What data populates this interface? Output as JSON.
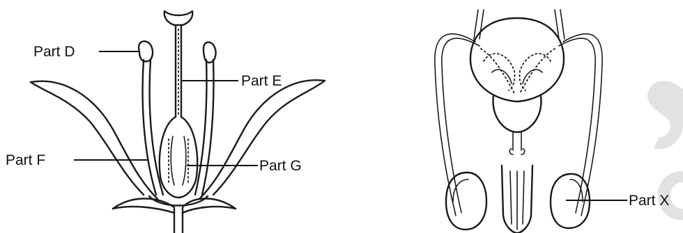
{
  "flower_diagram": {
    "labels": {
      "part_d": "Part D",
      "part_e": "Part E",
      "part_f": "Part F",
      "part_g": "Part G"
    }
  },
  "male_system_diagram": {
    "labels": {
      "part_x": "Part X"
    }
  },
  "colors": {
    "ink": "#1a1a1a",
    "background": "#ffffff",
    "watermark": "#e2e2e2"
  }
}
